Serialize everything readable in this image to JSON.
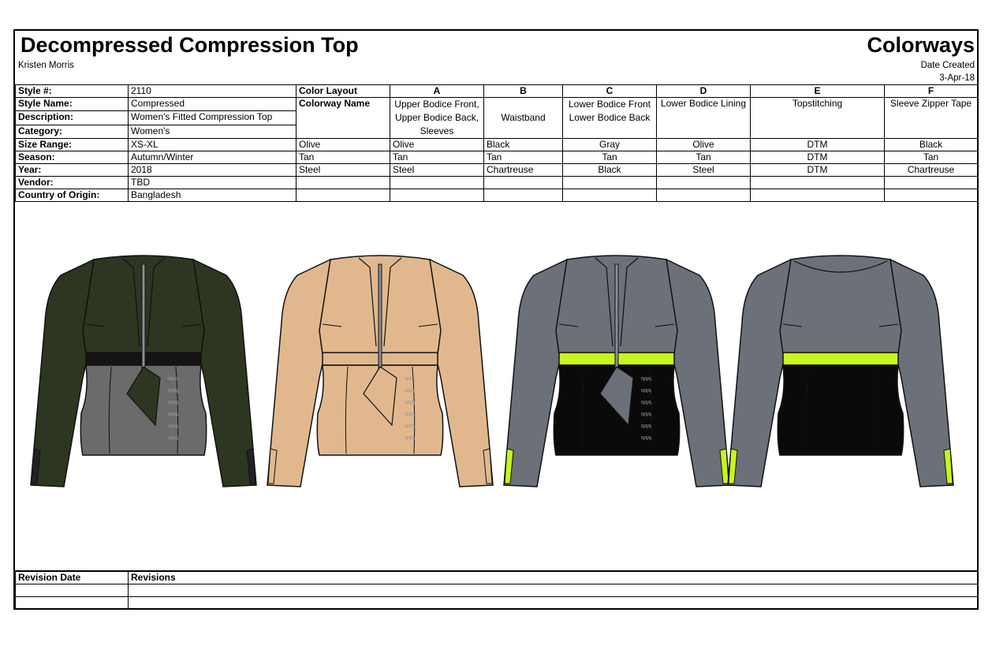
{
  "header": {
    "title": "Decompressed Compression Top",
    "author": "Kristen Morris",
    "right_title": "Colorways",
    "date_label": "Date Created",
    "date_value": "3-Apr-18"
  },
  "specs": [
    {
      "label": "Style #:",
      "value": "2110"
    },
    {
      "label": "Style Name:",
      "value": "Compressed"
    },
    {
      "label": "Description:",
      "value": "Women's Fitted Compression Top"
    },
    {
      "label": "Category:",
      "value": "Women's"
    },
    {
      "label": "Size Range:",
      "value": "XS-XL"
    },
    {
      "label": "Season:",
      "value": "Autumn/Winter"
    },
    {
      "label": "Year:",
      "value": "2018"
    },
    {
      "label": "Vendor:",
      "value": "TBD"
    },
    {
      "label": "Country of Origin:",
      "value": "Bangladesh"
    }
  ],
  "layout": {
    "color_layout_label": "Color Layout",
    "colorway_name_label": "Colorway Name",
    "columns": [
      "A",
      "B",
      "C",
      "D",
      "E",
      "F"
    ],
    "parts": [
      "Upper Bodice Front, Upper Bodice Back, Sleeves",
      "Waistband",
      "Lower Bodice Front Lower Bodice Back",
      "Lower Bodice Lining",
      "Topstitching",
      "Sleeve Zipper Tape"
    ]
  },
  "colorways": [
    {
      "name": "Olive",
      "values": [
        "Olive",
        "Black",
        "Gray",
        "Olive",
        "DTM",
        "Black"
      ]
    },
    {
      "name": "Tan",
      "values": [
        "Tan",
        "Tan",
        "Tan",
        "Tan",
        "DTM",
        "Tan"
      ]
    },
    {
      "name": "Steel",
      "values": [
        "Steel",
        "Chartreuse",
        "Black",
        "Steel",
        "DTM",
        "Chartreuse"
      ]
    }
  ],
  "sketches": [
    {
      "id": "olive-front",
      "view": "front",
      "upper": "#2d3621",
      "band": "#141414",
      "lower": "#6b6b6b",
      "lining": "#2d3621",
      "tape": "#222222"
    },
    {
      "id": "tan-front",
      "view": "front",
      "upper": "#e1b88e",
      "band": "#e1b88e",
      "lower": "#e1b88e",
      "lining": "#e1b88e",
      "tape": "#e1b88e"
    },
    {
      "id": "steel-front",
      "view": "front",
      "upper": "#6b7079",
      "band": "#c8f51e",
      "lower": "#0a0a0a",
      "lining": "#6b7079",
      "tape": "#c8f51e"
    },
    {
      "id": "steel-back",
      "view": "back",
      "upper": "#6b7079",
      "band": "#c8f51e",
      "lower": "#0a0a0a",
      "lining": "#6b7079",
      "tape": "#c8f51e"
    }
  ],
  "revisions": {
    "date_label": "Revision Date",
    "revisions_label": "Revisions"
  }
}
